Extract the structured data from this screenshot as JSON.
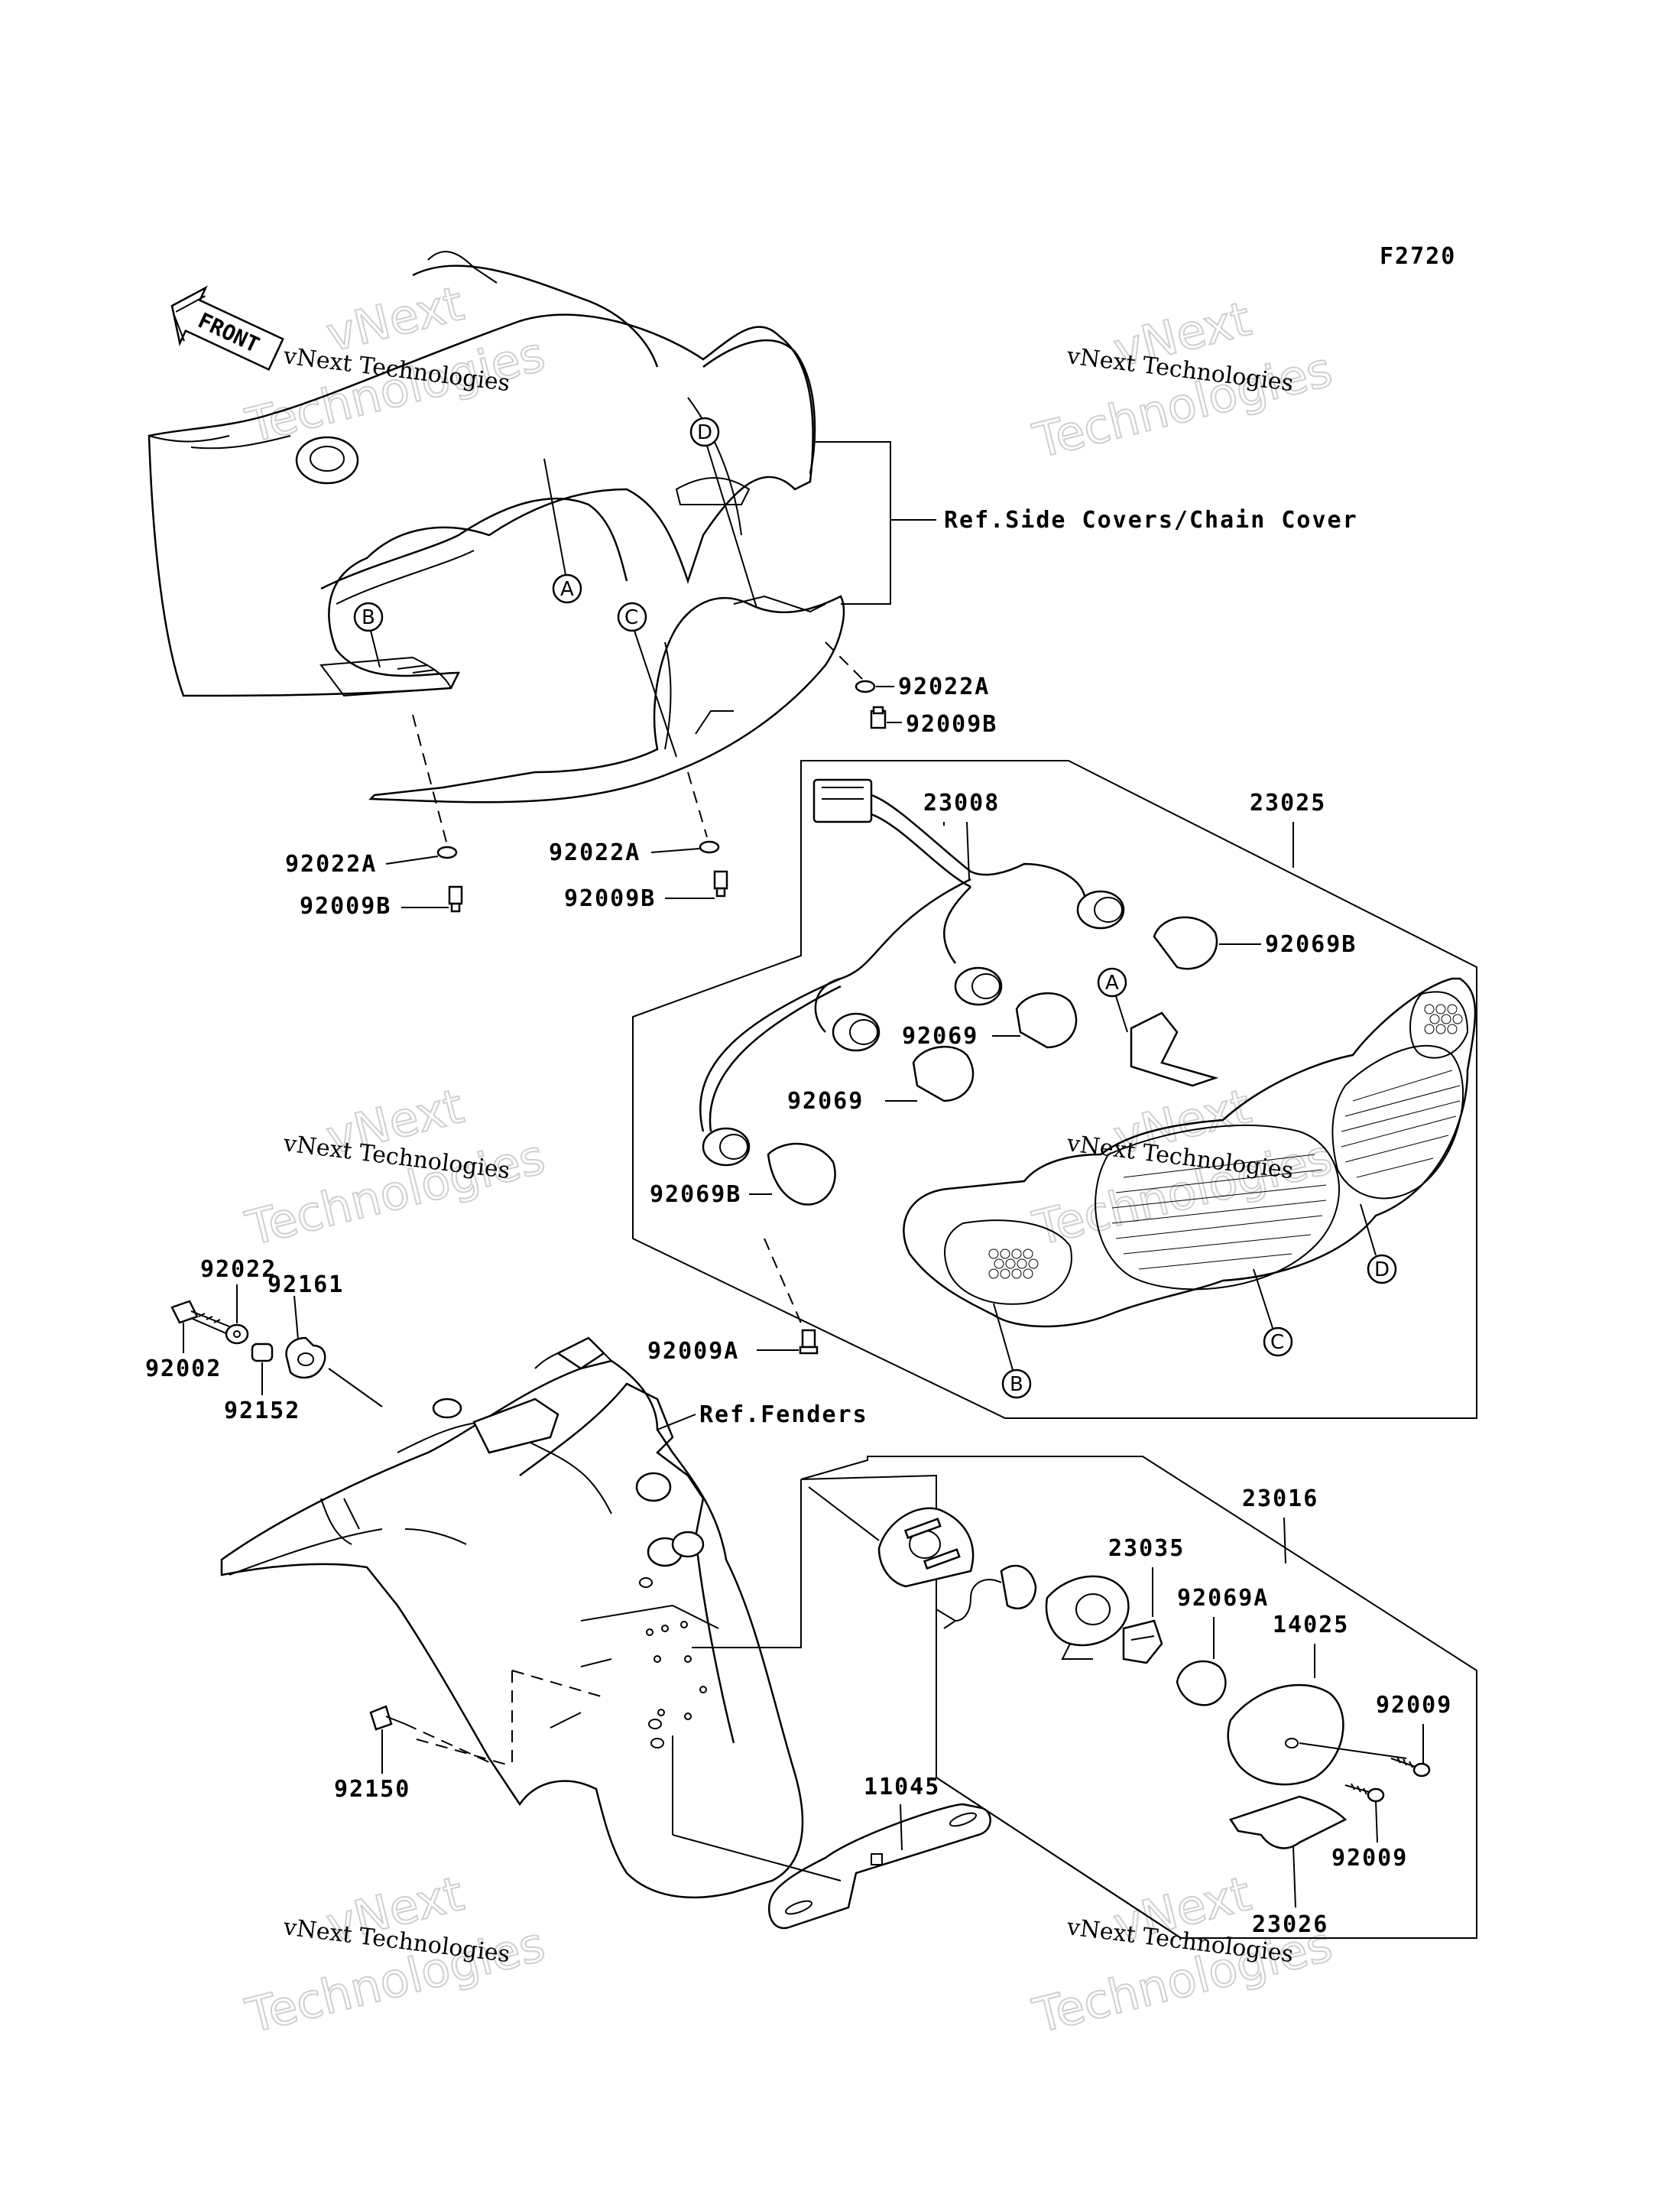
{
  "figure_code": "F2720",
  "front_label": "FRONT",
  "watermark": {
    "line1": "vNext Technologies",
    "line2": "Technologies",
    "line2_top": "vNext"
  },
  "references": {
    "side_covers": "Ref.Side Covers/Chain Cover",
    "fenders": "Ref.Fenders"
  },
  "callouts": [
    "A",
    "B",
    "C",
    "D"
  ],
  "part_numbers": {
    "p92022A_1": "92022A",
    "p92009B_1": "92009B",
    "p92022A_2": "92022A",
    "p92009B_2": "92009B",
    "p92022A_3": "92022A",
    "p92009B_3": "92009B",
    "p23008": "23008",
    "p23025": "23025",
    "p92069B_1": "92069B",
    "p92069_1": "92069",
    "p92069_2": "92069",
    "p92069B_2": "92069B",
    "p92009A": "92009A",
    "p92022": "92022",
    "p92161": "92161",
    "p92002": "92002",
    "p92152": "92152",
    "p23016": "23016",
    "p23035": "23035",
    "p92069A": "92069A",
    "p14025": "14025",
    "p92009_1": "92009",
    "p92009_2": "92009",
    "p92150": "92150",
    "p11045": "11045",
    "p23026": "23026"
  }
}
